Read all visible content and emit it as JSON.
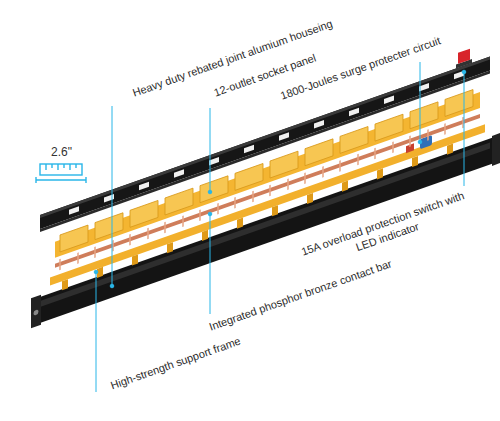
{
  "diagram": {
    "labels": [
      "Heavy duty rebated joint alumium houseing",
      "2.6\"",
      "12-outlet socket panel",
      "1800-Joules surge protecter circuit",
      "15A overload protection switch with LED indicator",
      "Integrated phosphor bronze contact bar",
      "High-strength support frame"
    ]
  }
}
